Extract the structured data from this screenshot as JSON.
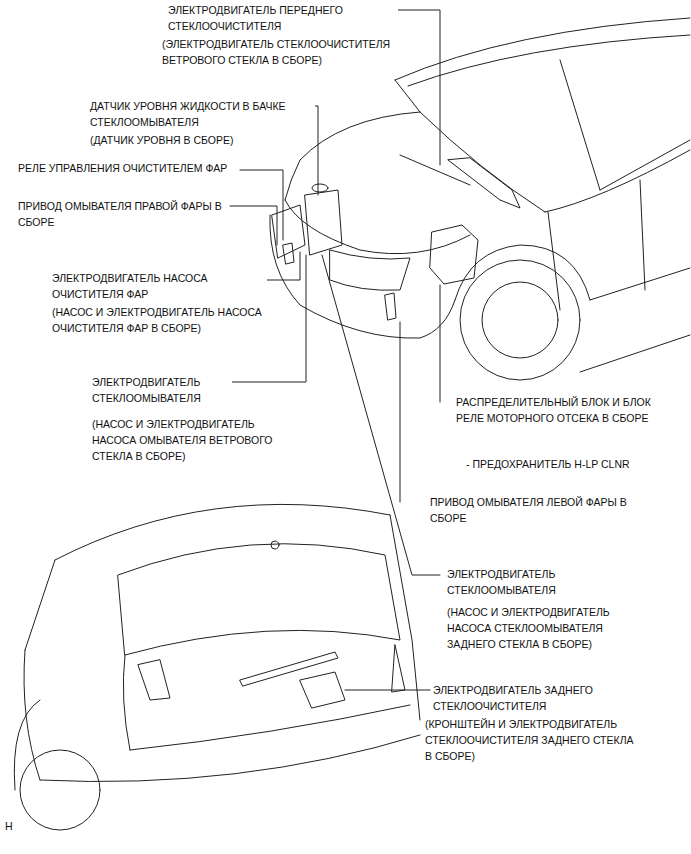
{
  "diagram": {
    "labels": [
      "ЭЛЕКТРОДВИГАТЕЛЬ ПЕРЕДНЕГО СТЕКЛООЧИСТИТЕЛЯ",
      "(ЭЛЕКТРОДВИГАТЕЛЬ СТЕКЛООЧИСТИТЕЛЯ ВЕТРОВОГО СТЕКЛА В СБОРЕ)",
      "ДАТЧИК УРОВНЯ ЖИДКОСТИ В БАЧКЕ СТЕКЛООМЫВАТЕЛЯ",
      "(ДАТЧИК УРОВНЯ В СБОРЕ)",
      "РЕЛЕ УПРАВЛЕНИЯ ОЧИСТИТЕЛЕМ ФАР",
      "ПРИВОД ОМЫВАТЕЛЯ ПРАВОЙ ФАРЫ В СБОРЕ",
      "ЭЛЕКТРОДВИГАТЕЛЬ НАСОСА ОЧИСТИТЕЛЯ ФАР",
      "(НАСОС И ЭЛЕКТРОДВИГАТЕЛЬ НАСОСА ОЧИСТИТЕЛЯ ФАР В СБОРЕ)",
      "ЭЛЕКТРОДВИГАТЕЛЬ СТЕКЛООМЫВАТЕЛЯ",
      "(НАСОС И ЭЛЕКТРОДВИГАТЕЛЬ НАСОСА ОМЫВАТЕЛЯ ВЕТРОВОГО СТЕКЛА В СБОРЕ)",
      "РАСПРЕДЕЛИТЕЛЬНЫЙ БЛОК И БЛОК РЕЛЕ МОТОРНОГО ОТСЕКА В СБОРЕ",
      "- ПРЕДОХРАНИТЕЛЬ H-LP CLNR",
      "ПРИВОД ОМЫВАТЕЛЯ ЛЕВОЙ ФАРЫ В СБОРЕ",
      "ЭЛЕКТРОДВИГАТЕЛЬ СТЕКЛООМЫВАТЕЛЯ",
      "(НАСОС И ЭЛЕКТРОДВИГАТЕЛЬ НАСОСА СТЕКЛООМЫВАТЕЛЯ ЗАДНЕГО СТЕКЛА В СБОРЕ)",
      "ЭЛЕКТРОДВИГАТЕЛЬ ЗАДНЕГО СТЕКЛООЧИСТИТЕЛЯ",
      "(КРОНШТЕЙН И ЭЛЕКТРОДВИГАТЕЛЬ СТЕКЛООЧИСТИТЕЛЯ ЗАДНЕГО СТЕКЛА В СБОРЕ)",
      "H"
    ]
  }
}
